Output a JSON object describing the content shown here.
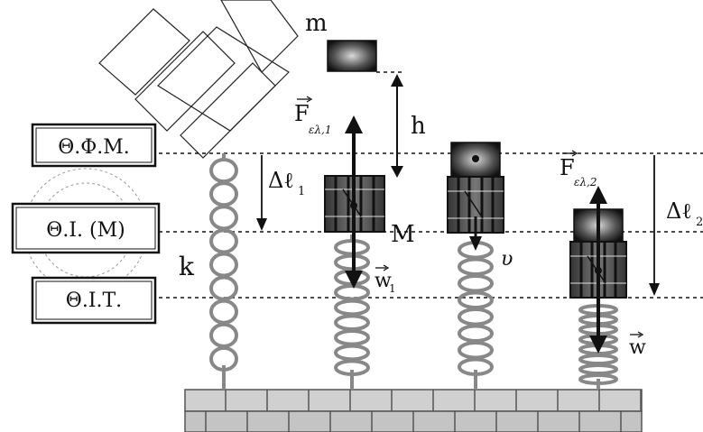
{
  "levels": {
    "natural_length": "Θ.Φ.Μ.",
    "initial_equilibrium": "Θ.Ι. (Μ)",
    "new_equilibrium": "Θ.Ι.Τ."
  },
  "labels": {
    "mass_small": "m",
    "height": "h",
    "spring_constant": "k",
    "block_big": "M",
    "force_spring_1": "F",
    "force_spring_1_sub": "ελ,1",
    "force_spring_2": "F",
    "force_spring_2_sub": "ελ,2",
    "weight_1": "w",
    "weight_1_sub": "1",
    "weight": "w",
    "velocity": "υ",
    "delta_l1": "Δℓ",
    "delta_l1_sub": "1",
    "delta_l2": "Δℓ",
    "delta_l2_sub": "2"
  },
  "colors": {
    "ink": "#111111",
    "spring": "#8a8a8a",
    "block_dark": "#2a2a2a",
    "block_light": "#9a9a9a",
    "ground": "#bdbdbd"
  }
}
